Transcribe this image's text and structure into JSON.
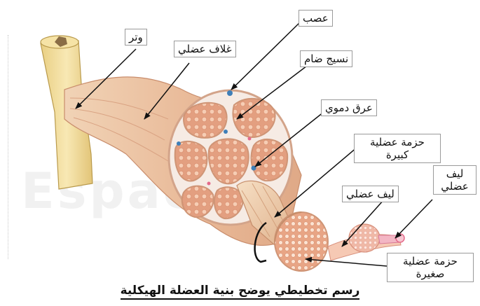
{
  "labels": {
    "tendon": "وتر",
    "sheath": "غلاف عضلي",
    "nerve": "عصب",
    "connective_tissue": "نسيج ضام",
    "blood_vessel": "عرق دموي",
    "large_bundle": "حزمة عضلية كبيرة",
    "fiber_mid": "ليف عضلي",
    "fiber_right": "ليف عضلي",
    "small_bundle": "حزمة عضلية صغيرة"
  },
  "caption": "رسم تخطيطي يوضح بنية العضلة الهيكلية",
  "watermark": "Espace",
  "colors": {
    "tendon": "#f3dfa0",
    "muscle_sheath": "#eabd9c",
    "fascicle": "#e39f80",
    "fiber_dot": "#fbe3d2",
    "connective": "#f4e9e2",
    "nerve": "#3f7fb8",
    "vessel_pink": "#e46a8a"
  }
}
